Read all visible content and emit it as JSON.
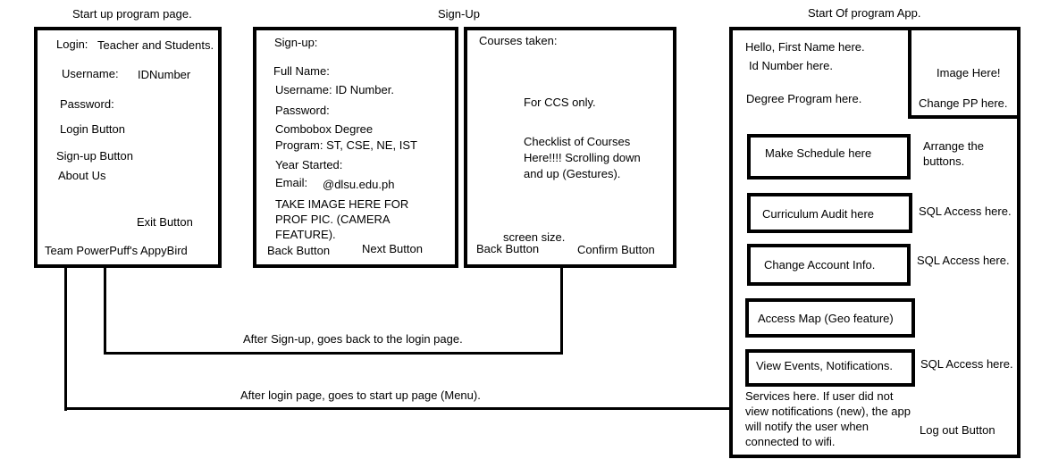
{
  "titles": {
    "startup": "Start up program page.",
    "signup": "Sign-Up",
    "app": "Start Of program App."
  },
  "startup_page": {
    "login_label": "Login:",
    "login_value": "Teacher and Students.",
    "username_label": "Username:",
    "username_value": "IDNumber",
    "password_label": "Password:",
    "login_button": "Login Button",
    "signup_button": "Sign-up Button",
    "about_us": "About Us",
    "exit_button": "Exit Button",
    "team": "Team PowerPuff's AppyBird"
  },
  "signup_page": {
    "heading": "Sign-up:",
    "full_name": "Full Name:",
    "username": "Username: ID Number.",
    "password": "Password:",
    "combobox_line1": "Combobox Degree",
    "combobox_line2": "Program:  ST, CSE, NE, IST",
    "year_started": "Year Started:",
    "email_label": "Email:",
    "email_domain": "@dlsu.edu.ph",
    "take_image": "TAKE IMAGE HERE FOR PROF PIC. (CAMERA FEATURE).",
    "back_button": "Back Button",
    "next_button": "Next Button"
  },
  "courses_page": {
    "heading": "Courses taken:",
    "ccs_only": "For CCS only.",
    "checklist": "Checklist of Courses Here!!!! Scrolling down and up (Gestures).",
    "screen_size": "screen size.",
    "back_button": "Back Button",
    "confirm_button": "Confirm Button"
  },
  "app_page": {
    "hello": "Hello, First Name here.",
    "id_number": "Id Number here.",
    "degree": "Degree Program here.",
    "image_here": "Image Here!",
    "change_pp": "Change PP here.",
    "make_schedule": "Make Schedule here",
    "arrange_buttons": "Arrange the buttons.",
    "curriculum_audit": "Curriculum Audit here",
    "sql_access_1": "SQL Access here.",
    "change_account": "Change Account Info.",
    "sql_access_2": "SQL Access here.",
    "access_map": "Access Map (Geo feature)",
    "view_events": "View Events, Notifications.",
    "sql_access_3": "SQL Access here.",
    "services": "Services here. If user did not view notifications (new), the app will notify the user when connected to wifi.",
    "logout_button": "Log out Button"
  },
  "connectors": {
    "after_signup": "After Sign-up, goes back to the login page.",
    "after_login": "After login page, goes to start up page (Menu)."
  }
}
